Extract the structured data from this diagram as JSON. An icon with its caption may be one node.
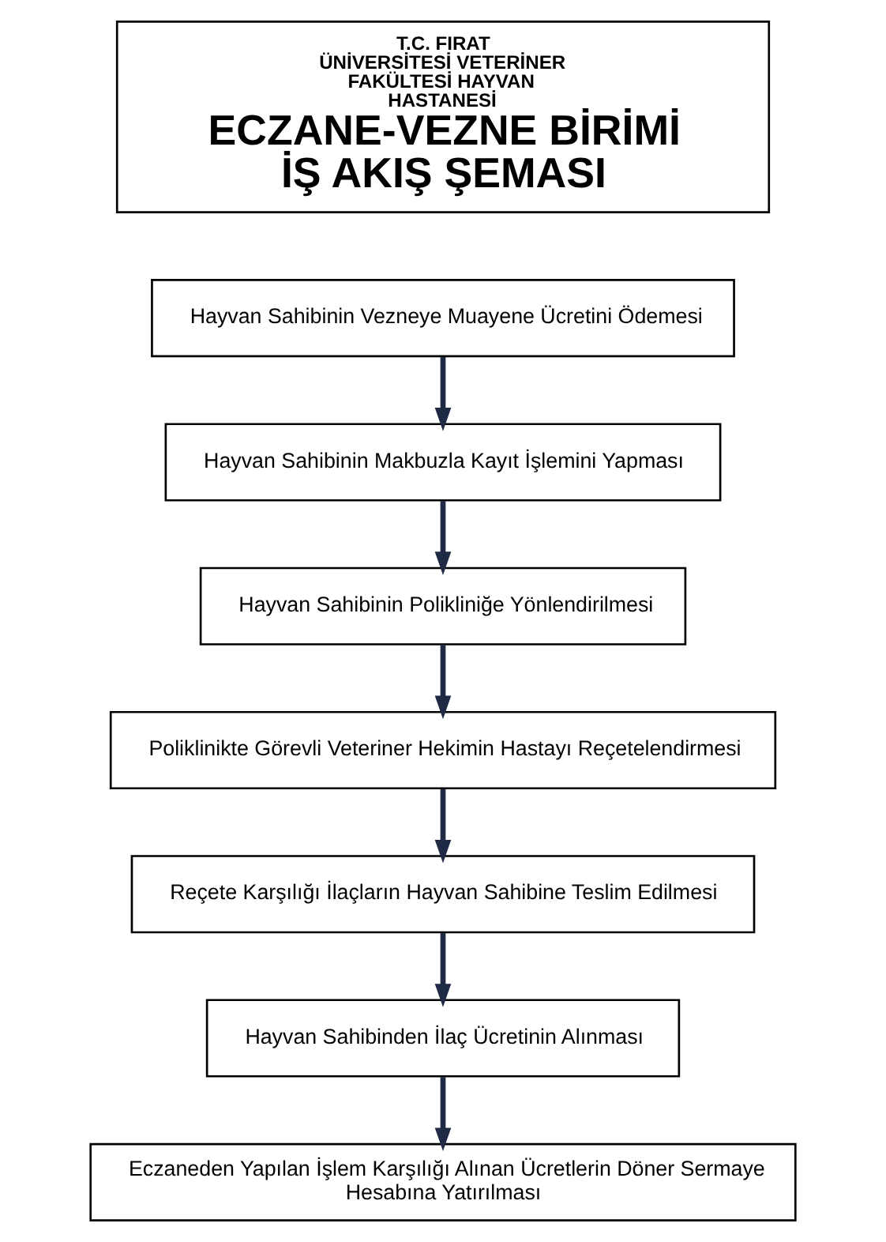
{
  "diagram": {
    "nodes": [
      {
        "text": [
          "T.C. FIRAT ÜNİVERSİTESİ VETERİNER FAKÜLTESİ HAYVAN HASTANESİ",
          "ECZANE-VEZNE BİRİMİ İŞ AKIŞ ŞEMASI"
        ]
      },
      {
        "text": [
          "Hayvan Sahibinin Vezneye Muayene Ücretini Ödemesi"
        ]
      },
      {
        "text": [
          "Hayvan Sahibinin Makbuzla Kayıt İşlemini Yapması"
        ]
      },
      {
        "text": [
          "Hayvan Sahibinin Polikliniğe Yönlendirilmesi"
        ]
      },
      {
        "text": [
          "Poliklinikte Görevli Veteriner Hekimin Hastayı Reçetelendirmesi"
        ]
      },
      {
        "text": [
          "Reçete Karşılığı İlaçların Hayvan Sahibine Teslim Edilmesi"
        ]
      },
      {
        "text": [
          "Hayvan Sahibinden İlaç Ücretinin Alınması"
        ]
      },
      {
        "text": [
          "Eczaneden Yapılan İşlem Karşılığı Alınan Ücretlerin Döner Sermaye Hesabına Yatırılması"
        ]
      }
    ],
    "edges": [
      {
        "from": 1,
        "to": 2,
        "arrow": "to"
      },
      {
        "from": 2,
        "to": 3,
        "arrow": "to"
      },
      {
        "from": 3,
        "to": 4,
        "arrow": "to"
      },
      {
        "from": 4,
        "to": 5,
        "arrow": "to"
      },
      {
        "from": 5,
        "to": 6,
        "arrow": "to"
      },
      {
        "from": 6,
        "to": 7,
        "arrow": "to"
      }
    ]
  }
}
